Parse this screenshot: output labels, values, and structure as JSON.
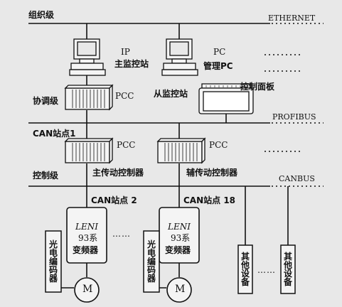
{
  "labels": {
    "org_level": "组织级",
    "ethernet": "ETHERNET",
    "ip": "IP",
    "main_station": "主监控站",
    "pc": "PC",
    "mgmt_pc": "管理PC",
    "coord_level": "协调级",
    "pcc1": "PCC",
    "slave_station": "从监控站",
    "control_panel": "控制面板",
    "profibus": "PROFIBUS",
    "can_node1": "CAN站点1",
    "pcc2": "PCC",
    "pcc3": "PCC",
    "control_level": "控制级",
    "main_drive": "主传动控制器",
    "aux_drive": "辅传动控制器",
    "canbus": "CANBUS",
    "can_node2": "CAN站点 2",
    "can_node18": "CAN站点 18",
    "leni1": "LENI",
    "series1": "93系",
    "inverter1": "变频器",
    "leni2": "LENI",
    "series2": "93系",
    "inverter2": "变频器",
    "encoder1": "光电编码器",
    "encoder2": "光电编码器",
    "motor1": "M",
    "motor2": "M",
    "other1": "其他设备",
    "other2": "其他设备",
    "ellipsis": "……"
  }
}
